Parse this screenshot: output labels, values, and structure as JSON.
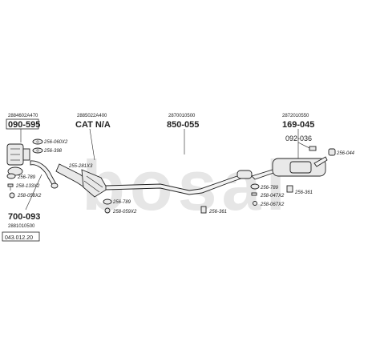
{
  "watermark": "bosal",
  "groups": {
    "g1": {
      "oe": "2884602A470",
      "part": "090-595"
    },
    "g2": {
      "oe": "2885022A400",
      "part": "CAT N/A"
    },
    "g3": {
      "oe": "2870010500",
      "part": "850-055"
    },
    "g4": {
      "oe": "2872010550",
      "part": "169-045"
    },
    "g5": {
      "oe": "2881010500",
      "part": "700-093"
    }
  },
  "accessories": {
    "a1": "256-060X2",
    "a2": "256-398",
    "a3": "255-281X3",
    "a4": "256-789",
    "a5": "258-133X2",
    "a6": "258-058X2",
    "a7": "256-789",
    "a8": "258-059X2",
    "a9": "256-789",
    "a10": "258-047X2",
    "a11": "256-361",
    "a12": "256-361",
    "a13": "258-067X2",
    "a14": "256-044"
  },
  "clamp": "092-036",
  "diagram_id": "043.012.20"
}
